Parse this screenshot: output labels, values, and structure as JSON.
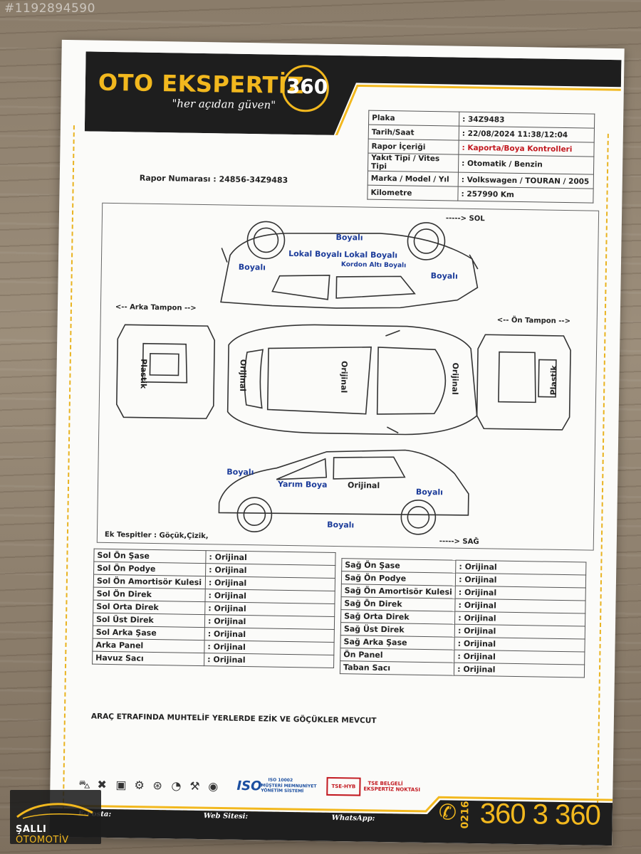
{
  "photo_id": "#1192894590",
  "header": {
    "brand": "OTO EKSPERTİZ",
    "brand_number": "360",
    "slogan": "\"her açıdan güven\""
  },
  "report_info": [
    {
      "label": "Plaka",
      "value": ": 34Z9483",
      "highlight": false
    },
    {
      "label": "Tarih/Saat",
      "value": ": 22/08/2024  11:38/12:04",
      "highlight": false
    },
    {
      "label": "Rapor İçeriği",
      "value": ": Kaporta/Boya Kontrolleri",
      "highlight": true
    },
    {
      "label": "Yakıt Tipi / Vites Tipi",
      "value": ": Otomatik  /  Benzin",
      "highlight": false
    },
    {
      "label": "Marka / Model / Yıl",
      "value": ": Volkswagen / TOURAN / 2005",
      "highlight": false
    },
    {
      "label": "Kilometre",
      "value": ": 257990 Km",
      "highlight": false
    }
  ],
  "report_number": "Rapor Numarası  :  24856-34Z9483",
  "diagram": {
    "dir_sol": "-----> SOL",
    "dir_sag": "-----> SAĞ",
    "arka_tampon": "<-- Arka Tampon -->",
    "on_tampon": "<-- Ön Tampon -->",
    "left_side": {
      "boyali_roof": "Boyalı",
      "lokal_boyali_1": "Lokal Boyalı",
      "lokal_boyali_2": "Lokal Boyalı",
      "kordon": "Kordon Altı Boyalı",
      "boyali_rear": "Boyalı",
      "boyali_front": "Boyalı"
    },
    "top_view": {
      "orijinal_left": "Orijinal",
      "orijinal_center": "Orijinal",
      "orijinal_right": "Orijinal"
    },
    "rear_view": "Plastik",
    "front_view": "Plastik",
    "right_side": {
      "boyali_rear": "Boyalı",
      "yarim_boya": "Yarım Boya",
      "orijinal": "Orijinal",
      "boyali_front": "Boyalı",
      "boyali_bottom": "Boyalı"
    },
    "ek_tespitler": "Ek Tespitler :  Göçük,Çizik,"
  },
  "left_parts": [
    {
      "label": "Sol Ön Şase",
      "value": ": Orijinal"
    },
    {
      "label": "Sol Ön Podye",
      "value": ": Orijinal"
    },
    {
      "label": "Sol Ön Amortisör Kulesi",
      "value": ": Orijinal"
    },
    {
      "label": "Sol Ön Direk",
      "value": ": Orijinal"
    },
    {
      "label": "Sol Orta Direk",
      "value": ": Orijinal"
    },
    {
      "label": "Sol Üst Direk",
      "value": ": Orijinal"
    },
    {
      "label": "Sol Arka Şase",
      "value": ": Orijinal"
    },
    {
      "label": "Arka Panel",
      "value": ": Orijinal"
    },
    {
      "label": "Havuz Sacı",
      "value": ": Orijinal"
    }
  ],
  "right_parts": [
    {
      "label": "Sağ Ön Şase",
      "value": ": Orijinal"
    },
    {
      "label": "Sağ Ön Podye",
      "value": ": Orijinal"
    },
    {
      "label": "Sağ Ön Amortisör Kulesi",
      "value": ": Orijinal"
    },
    {
      "label": "Sağ Ön Direk",
      "value": ": Orijinal"
    },
    {
      "label": "Sağ Orta Direk",
      "value": ": Orijinal"
    },
    {
      "label": "Sağ Üst Direk",
      "value": ": Orijinal"
    },
    {
      "label": "Sağ Arka Şase",
      "value": ": Orijinal"
    },
    {
      "label": "Ön Panel",
      "value": ": Orijinal"
    },
    {
      "label": "Taban Sacı",
      "value": ": Orijinal"
    }
  ],
  "summary": "ARAÇ ETRAFINDA MUHTELİF YERLERDE EZİK VE GÖÇÜKLER MEVCUT",
  "footer": {
    "eposta": "E-Posta:",
    "web": "Web Sitesi:",
    "whatsapp": "WhatsApp:",
    "phone_prefix": "0216",
    "phone": "360 3 360",
    "iso": "ISO",
    "iso_number": "ISO 10002",
    "iso_desc_1": "MÜŞTERİ MEMNUNİYET",
    "iso_desc_2": "YÖNETİM SİSTEMİ",
    "tse": "TSE-HYB",
    "tse_desc_1": "TSE BELGELİ",
    "tse_desc_2": "EKSPERTİZ NOKTASI"
  },
  "dealer": {
    "name_1": "ŞALLI",
    "name_2": "OTOMOTİV"
  },
  "colors": {
    "brand_yellow": "#f2b81e",
    "label_blue": "#1c3c9a",
    "header_dark": "#1e1e1e",
    "highlight_red": "#c2181f"
  }
}
